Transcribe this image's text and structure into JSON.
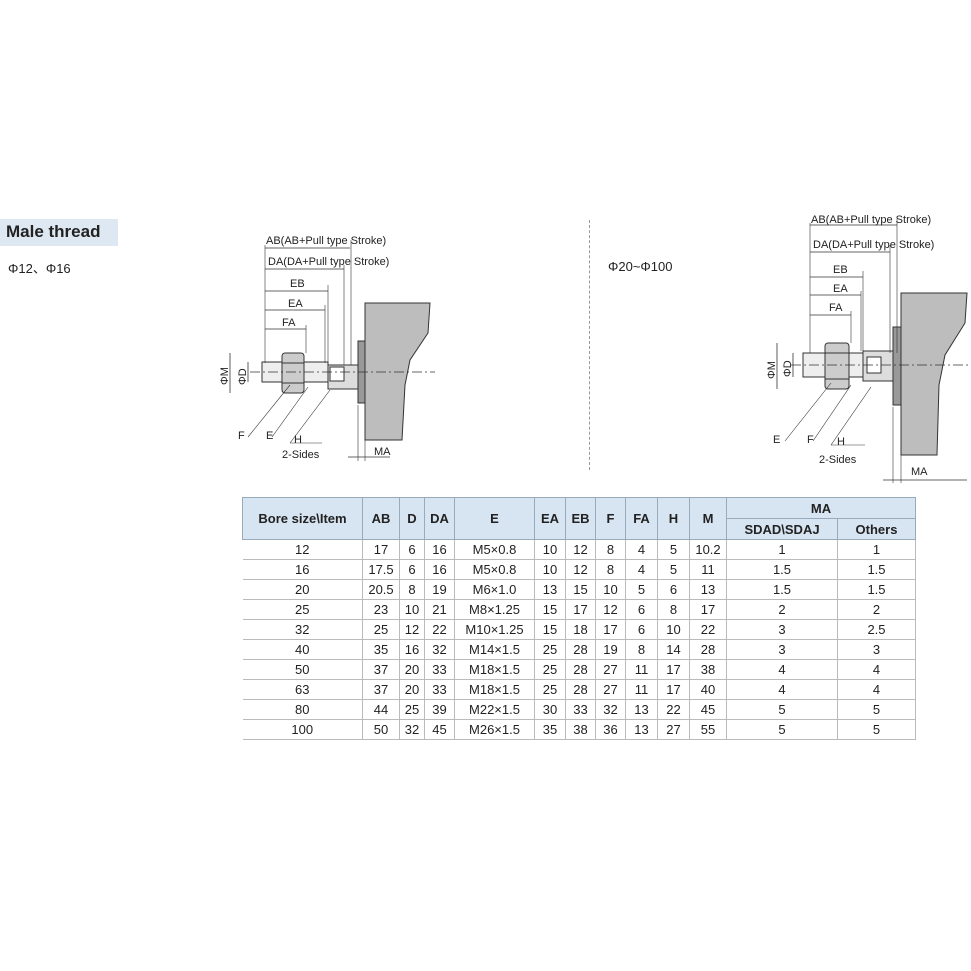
{
  "section": {
    "title": "Male thread",
    "subtitle_left": "Φ12、Φ16",
    "subtitle_right": "Φ20~Φ100"
  },
  "left_drawing": {
    "ab": "AB(AB+Pull type Stroke)",
    "da": "DA(DA+Pull type Stroke)",
    "eb": "EB",
    "ea": "EA",
    "fa": "FA",
    "phi_m": "ΦM",
    "phi_d": "ΦD",
    "f": "F",
    "e": "E",
    "h": "H",
    "sides": "2-Sides",
    "ma": "MA"
  },
  "right_drawing": {
    "ab": "AB(AB+Pull type Stroke)",
    "da": "DA(DA+Pull type Stroke)",
    "eb": "EB",
    "ea": "EA",
    "fa": "FA",
    "phi_m": "ΦM",
    "phi_d": "ΦD",
    "f": "F",
    "e": "E",
    "h": "H",
    "sides": "2-Sides",
    "ma": "MA"
  },
  "table": {
    "headers": [
      "Bore size\\Item",
      "AB",
      "D",
      "DA",
      "E",
      "EA",
      "EB",
      "F",
      "FA",
      "H",
      "M"
    ],
    "ma_header": "MA",
    "ma_sub": [
      "SDAD\\SDAJ",
      "Others"
    ],
    "rows": [
      [
        "12",
        "17",
        "6",
        "16",
        "M5×0.8",
        "10",
        "12",
        "8",
        "4",
        "5",
        "10.2",
        "1",
        "1"
      ],
      [
        "16",
        "17.5",
        "6",
        "16",
        "M5×0.8",
        "10",
        "12",
        "8",
        "4",
        "5",
        "11",
        "1.5",
        "1.5"
      ],
      [
        "20",
        "20.5",
        "8",
        "19",
        "M6×1.0",
        "13",
        "15",
        "10",
        "5",
        "6",
        "13",
        "1.5",
        "1.5"
      ],
      [
        "25",
        "23",
        "10",
        "21",
        "M8×1.25",
        "15",
        "17",
        "12",
        "6",
        "8",
        "17",
        "2",
        "2"
      ],
      [
        "32",
        "25",
        "12",
        "22",
        "M10×1.25",
        "15",
        "18",
        "17",
        "6",
        "10",
        "22",
        "3",
        "2.5"
      ],
      [
        "40",
        "35",
        "16",
        "32",
        "M14×1.5",
        "25",
        "28",
        "19",
        "8",
        "14",
        "28",
        "3",
        "3"
      ],
      [
        "50",
        "37",
        "20",
        "33",
        "M18×1.5",
        "25",
        "28",
        "27",
        "11",
        "17",
        "38",
        "4",
        "4"
      ],
      [
        "63",
        "37",
        "20",
        "33",
        "M18×1.5",
        "25",
        "28",
        "27",
        "11",
        "17",
        "40",
        "4",
        "4"
      ],
      [
        "80",
        "44",
        "25",
        "39",
        "M22×1.5",
        "30",
        "33",
        "32",
        "13",
        "22",
        "45",
        "5",
        "5"
      ],
      [
        "100",
        "50",
        "32",
        "45",
        "M26×1.5",
        "35",
        "38",
        "36",
        "13",
        "27",
        "55",
        "5",
        "5"
      ]
    ]
  },
  "colors": {
    "header_bg": "#d7e4f2",
    "title_bg": "#dde8f3",
    "part_gray": "#bdbdbd"
  }
}
